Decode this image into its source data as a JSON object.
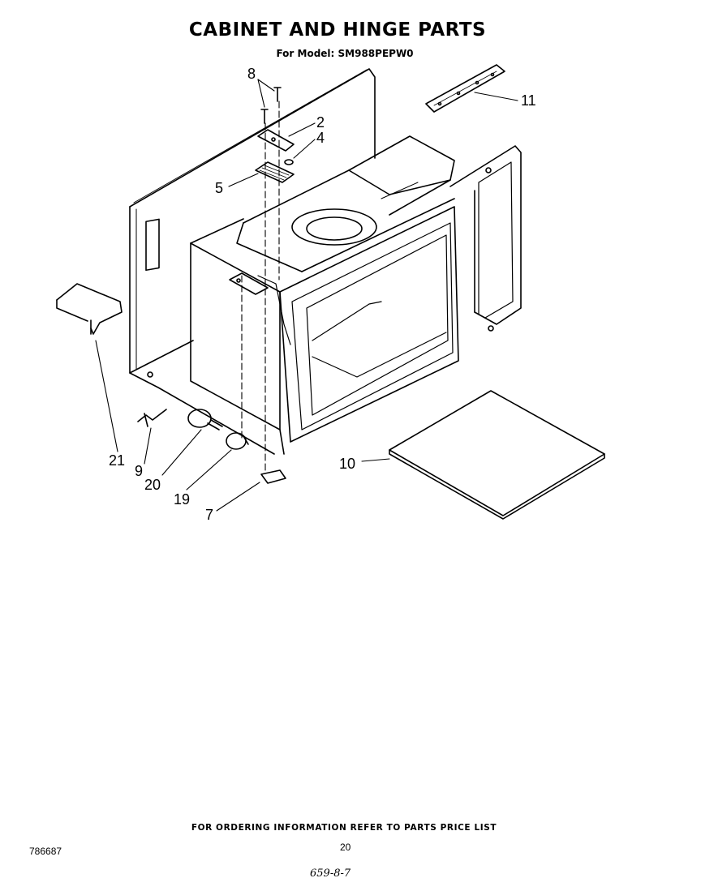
{
  "header": {
    "title": "CABINET AND HINGE PARTS",
    "model_line": "For Model: SM988PEPW0"
  },
  "callouts": [
    {
      "id": "p8",
      "label": "8"
    },
    {
      "id": "p2",
      "label": "2"
    },
    {
      "id": "p4",
      "label": "4"
    },
    {
      "id": "p5",
      "label": "5"
    },
    {
      "id": "p11",
      "label": "11"
    },
    {
      "id": "p21",
      "label": "21"
    },
    {
      "id": "p9",
      "label": "9"
    },
    {
      "id": "p20",
      "label": "20"
    },
    {
      "id": "p19",
      "label": "19"
    },
    {
      "id": "p7",
      "label": "7"
    },
    {
      "id": "p10",
      "label": "10"
    }
  ],
  "footer": {
    "ordering_note": "FOR ORDERING INFORMATION REFER TO PARTS PRICE LIST",
    "doc_number": "786687",
    "page_number": "20",
    "handwritten_code": "659-8-7"
  }
}
